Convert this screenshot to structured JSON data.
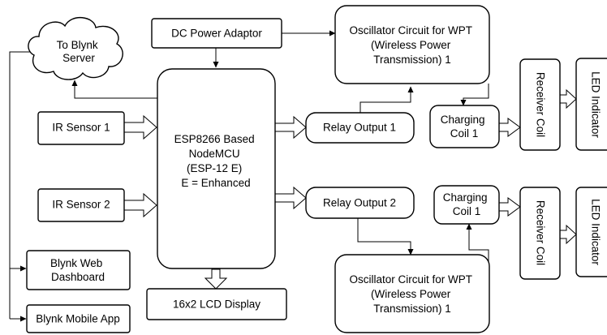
{
  "blocks": {
    "to_blynk_server": [
      "To Blynk",
      "Server"
    ],
    "dc_power_adaptor": [
      "DC Power Adaptor"
    ],
    "oscillator_1": [
      "Oscillator Circuit for WPT",
      "(Wireless Power",
      "Transmission) 1"
    ],
    "esp8266": [
      "ESP8266 Based",
      "NodeMCU",
      "",
      "(ESP-12 E)",
      "E = Enhanced"
    ],
    "ir_sensor_1": [
      "IR Sensor 1"
    ],
    "ir_sensor_2": [
      "IR Sensor 2"
    ],
    "relay_output_1": [
      "Relay Output 1"
    ],
    "relay_output_2": [
      "Relay Output 2"
    ],
    "charging_coil_top": [
      "Charging",
      "Coil 1"
    ],
    "charging_coil_bottom": [
      "Charging",
      "Coil 1"
    ],
    "receiver_coil_top": [
      "Receiver Coil"
    ],
    "receiver_coil_bottom": [
      "Receiver Coil"
    ],
    "led_indicator_top": [
      "LED Indicator"
    ],
    "led_indicator_bottom": [
      "LED Indicator"
    ],
    "blynk_web_dashboard": [
      "Blynk Web",
      "Dashboard"
    ],
    "blynk_mobile_app": [
      "Blynk Mobile App"
    ],
    "lcd_display": [
      "16x2 LCD Display"
    ],
    "oscillator_2": [
      "Oscillator Circuit for WPT",
      "(Wireless Power",
      "Transmission) 1"
    ]
  }
}
